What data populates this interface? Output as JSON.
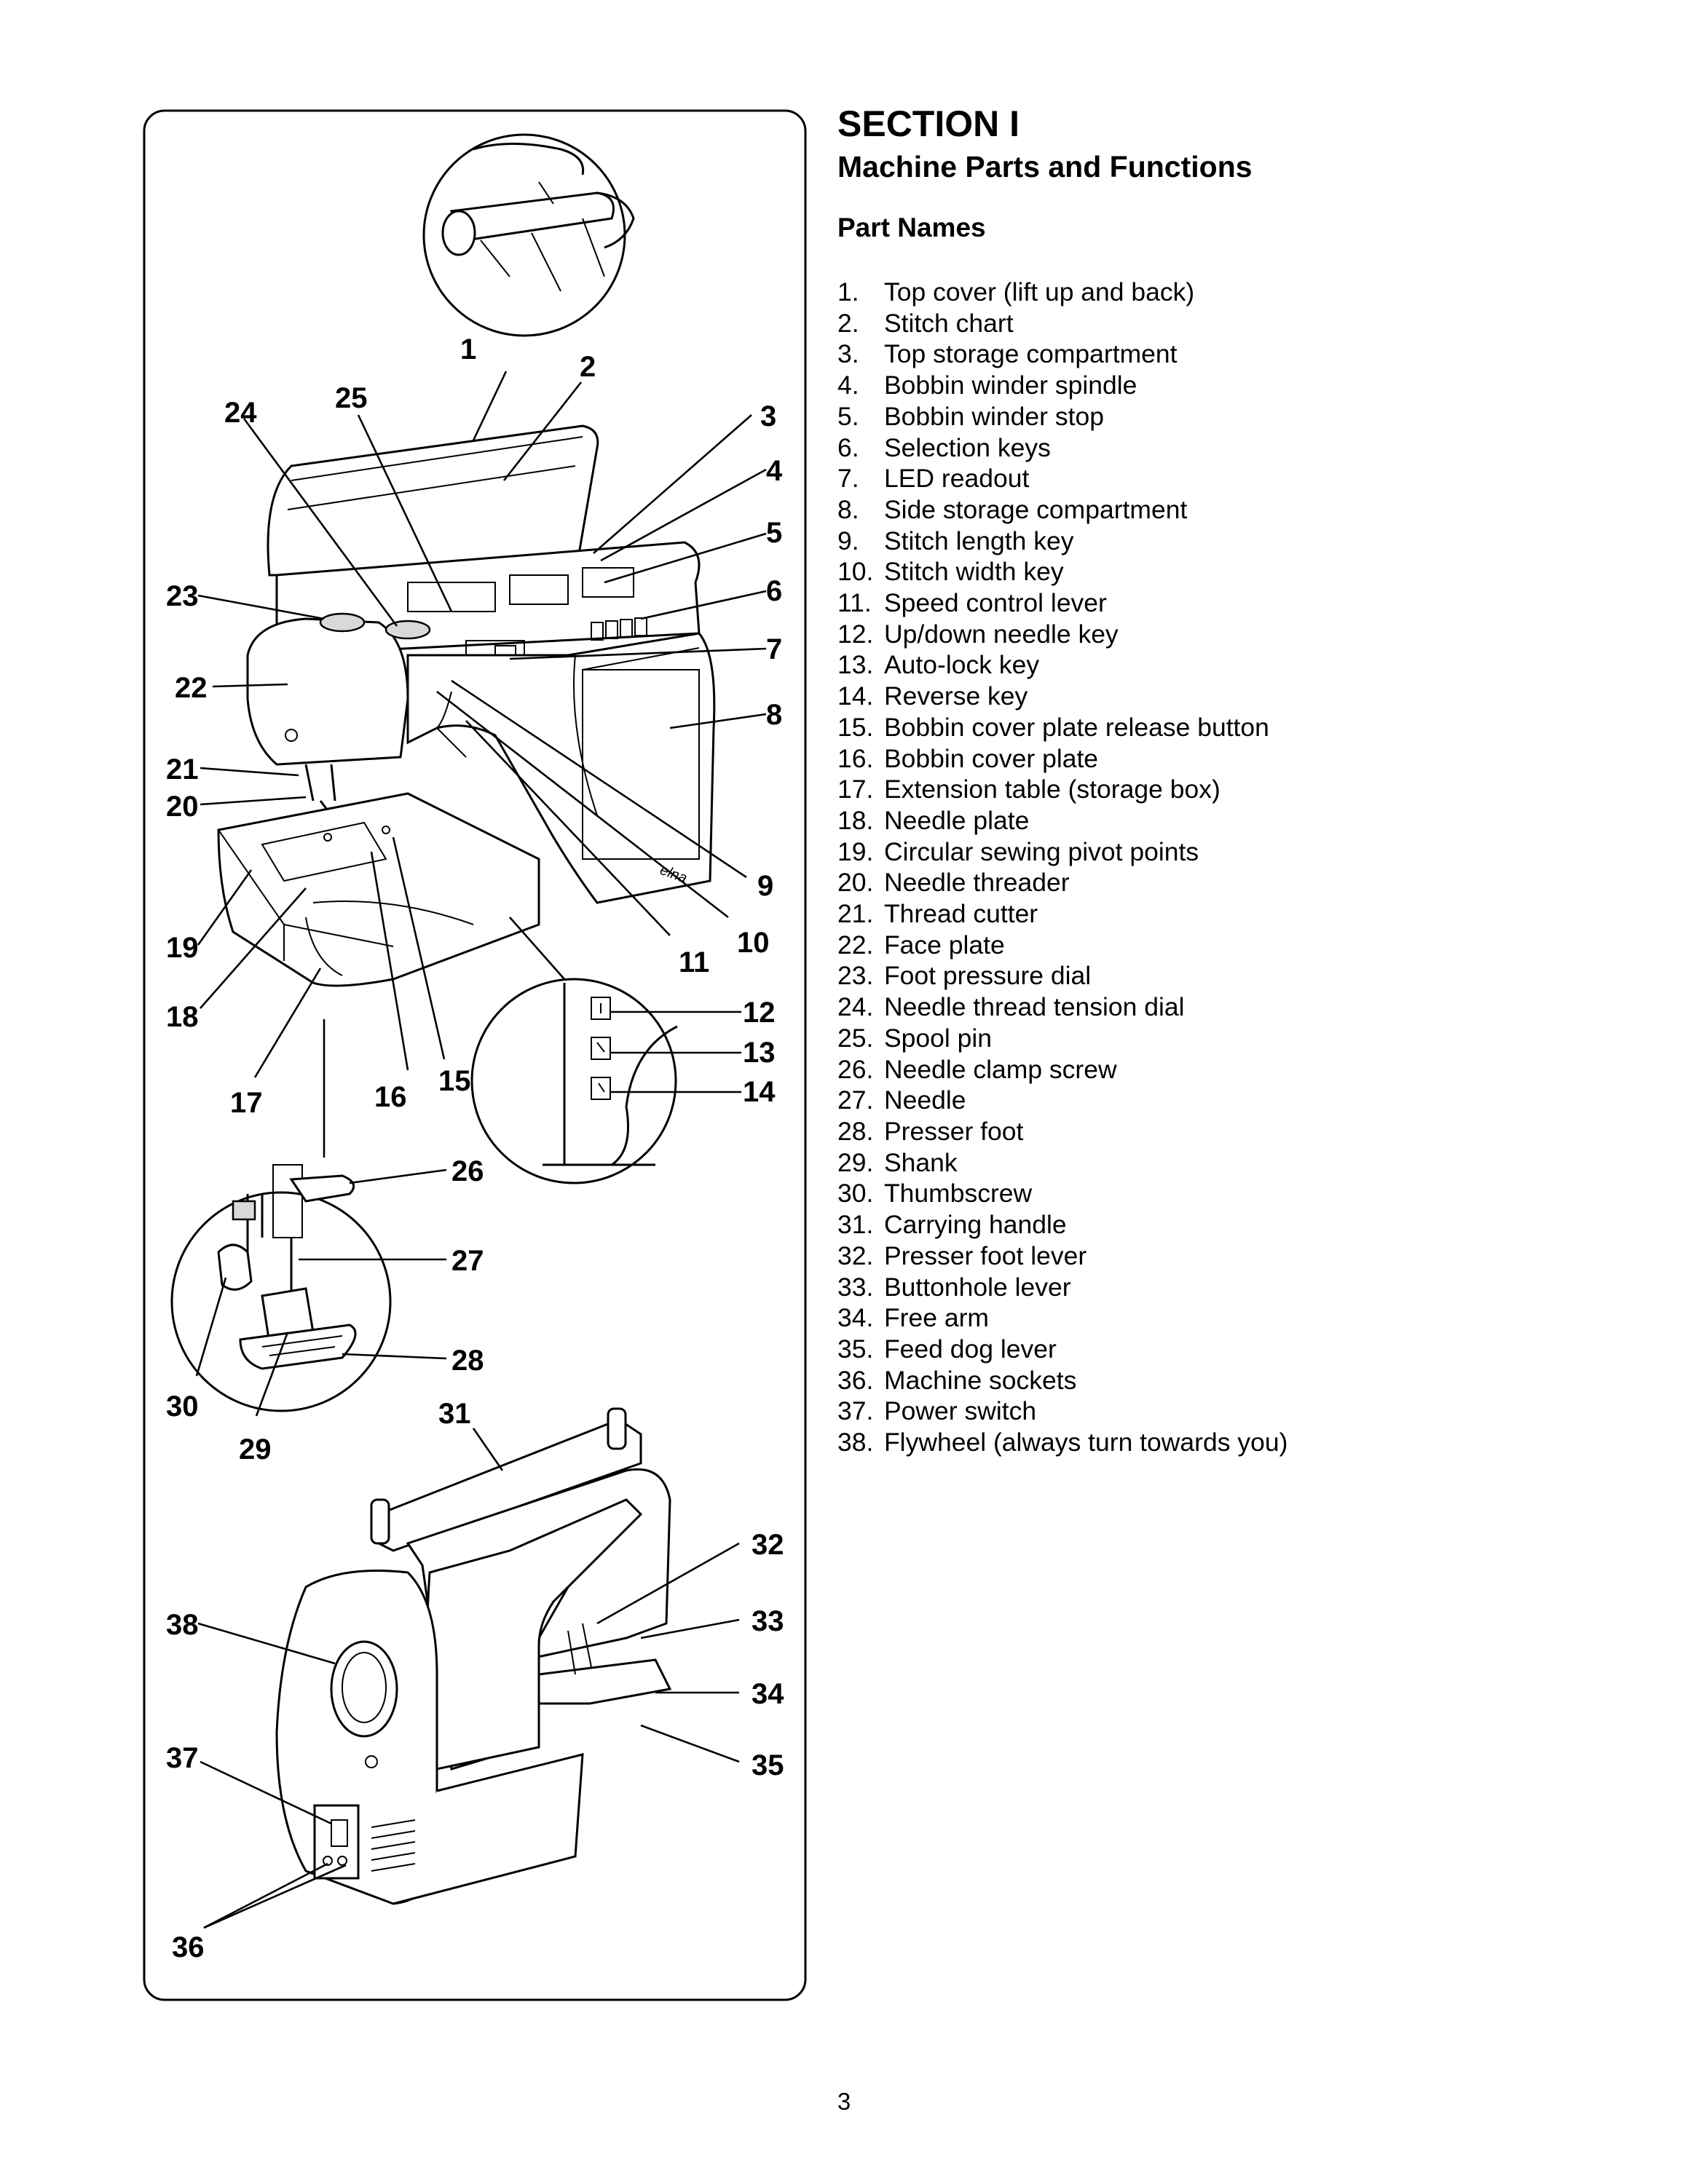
{
  "section": {
    "title": "SECTION I",
    "subtitle": "Machine Parts and Functions",
    "part_names_heading": "Part Names"
  },
  "parts": [
    {
      "num": "1.",
      "name": "Top cover (lift up and back)"
    },
    {
      "num": "2.",
      "name": "Stitch chart"
    },
    {
      "num": "3.",
      "name": "Top storage compartment"
    },
    {
      "num": "4.",
      "name": "Bobbin winder spindle"
    },
    {
      "num": "5.",
      "name": "Bobbin winder stop"
    },
    {
      "num": "6.",
      "name": "Selection keys"
    },
    {
      "num": "7.",
      "name": "LED readout"
    },
    {
      "num": "8.",
      "name": "Side storage compartment"
    },
    {
      "num": "9.",
      "name": "Stitch length key"
    },
    {
      "num": "10.",
      "name": "Stitch width key"
    },
    {
      "num": "11.",
      "name": "Speed control lever"
    },
    {
      "num": "12.",
      "name": "Up/down needle key"
    },
    {
      "num": "13.",
      "name": "Auto-lock key"
    },
    {
      "num": "14.",
      "name": "Reverse key"
    },
    {
      "num": "15.",
      "name": "Bobbin cover plate release button"
    },
    {
      "num": "16.",
      "name": "Bobbin cover plate"
    },
    {
      "num": "17.",
      "name": "Extension table (storage box)"
    },
    {
      "num": "18.",
      "name": "Needle plate"
    },
    {
      "num": "19.",
      "name": "Circular sewing pivot points"
    },
    {
      "num": "20.",
      "name": "Needle threader"
    },
    {
      "num": "21.",
      "name": "Thread cutter"
    },
    {
      "num": "22.",
      "name": "Face plate"
    },
    {
      "num": "23.",
      "name": "Foot pressure dial"
    },
    {
      "num": "24.",
      "name": "Needle thread tension dial"
    },
    {
      "num": "25.",
      "name": "Spool pin"
    },
    {
      "num": "26.",
      "name": "Needle clamp screw"
    },
    {
      "num": "27.",
      "name": "Needle"
    },
    {
      "num": "28.",
      "name": "Presser foot"
    },
    {
      "num": "29.",
      "name": "Shank"
    },
    {
      "num": "30.",
      "name": "Thumbscrew"
    },
    {
      "num": "31.",
      "name": "Carrying handle"
    },
    {
      "num": "32.",
      "name": "Presser foot lever"
    },
    {
      "num": "33.",
      "name": "Buttonhole lever"
    },
    {
      "num": "34.",
      "name": "Free arm"
    },
    {
      "num": "35.",
      "name": "Feed dog lever"
    },
    {
      "num": "36.",
      "name": "Machine sockets"
    },
    {
      "num": "37.",
      "name": "Power switch"
    },
    {
      "num": "38.",
      "name": "Flywheel (always turn towards you)"
    }
  ],
  "callout_numbers": [
    "1",
    "2",
    "3",
    "4",
    "5",
    "6",
    "7",
    "8",
    "9",
    "10",
    "11",
    "12",
    "13",
    "14",
    "15",
    "16",
    "17",
    "18",
    "19",
    "20",
    "21",
    "22",
    "23",
    "24",
    "25",
    "26",
    "27",
    "28",
    "29",
    "30",
    "31",
    "32",
    "33",
    "34",
    "35",
    "36",
    "37",
    "38"
  ],
  "diagram": {
    "brand_logo": "elna"
  },
  "page_number": "3"
}
